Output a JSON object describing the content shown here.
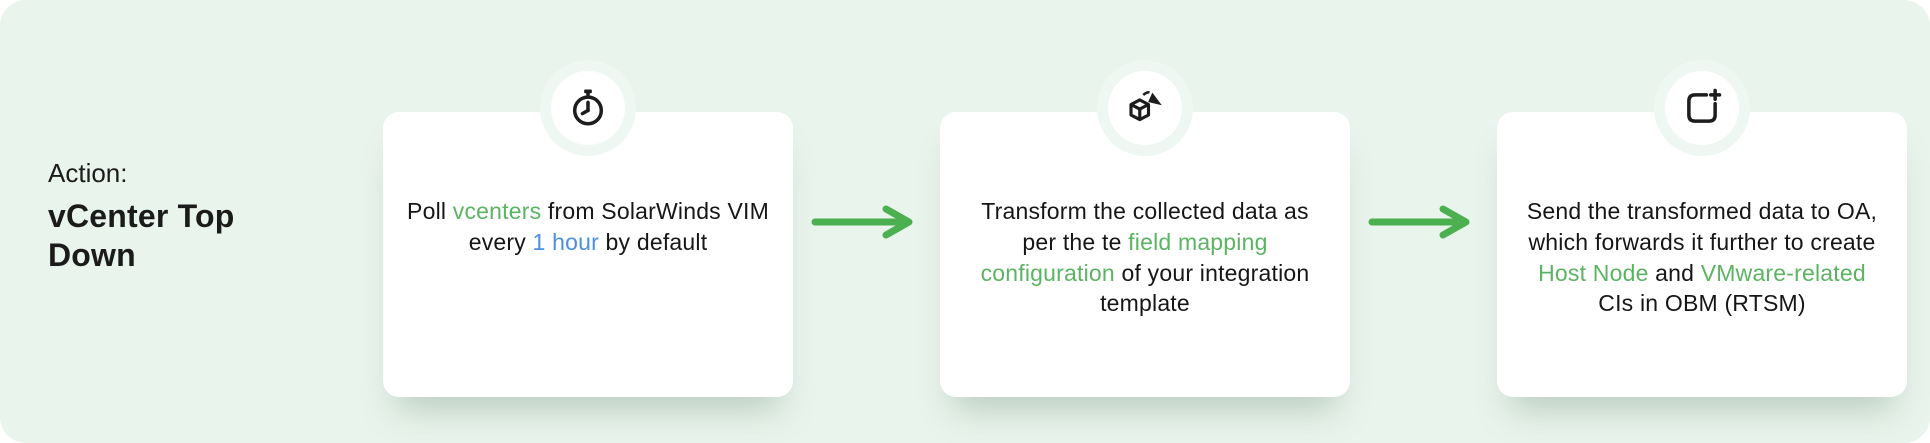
{
  "theme": {
    "panel_bg": "#e9f4ec",
    "card_bg": "#ffffff",
    "text_color": "#161616",
    "green_accent": "#5bb461",
    "blue_accent": "#4a90e2",
    "arrow_style": "color:#4caf50",
    "icon_color": "#1d1d1d"
  },
  "action": {
    "label": "Action:",
    "title": "vCenter Top Down"
  },
  "flow": {
    "arrow_icon": "arrow-right-icon"
  },
  "cards": [
    {
      "icon": "stopwatch-icon",
      "segments": [
        {
          "text": "Poll "
        },
        {
          "text": "vcenters",
          "color": "#5bb461"
        },
        {
          "text": " from SolarWinds VIM every "
        },
        {
          "text": "1 hour",
          "color": "#4a90e2"
        },
        {
          "text": " by default"
        }
      ]
    },
    {
      "icon": "transform-icon",
      "segments": [
        {
          "text": "Transform the collected data as per the te "
        },
        {
          "text": "field mapping configuration",
          "color": "#5bb461"
        },
        {
          "text": " of your integration template"
        }
      ]
    },
    {
      "icon": "send-create-ci-icon",
      "segments": [
        {
          "text": "Send the transformed data to OA, which forwards it further to create "
        },
        {
          "text": "Host Node",
          "color": "#5bb461"
        },
        {
          "text": " and "
        },
        {
          "text": "VMware-related",
          "color": "#5bb461"
        },
        {
          "text": " CIs in OBM (RTSM)"
        }
      ]
    }
  ]
}
